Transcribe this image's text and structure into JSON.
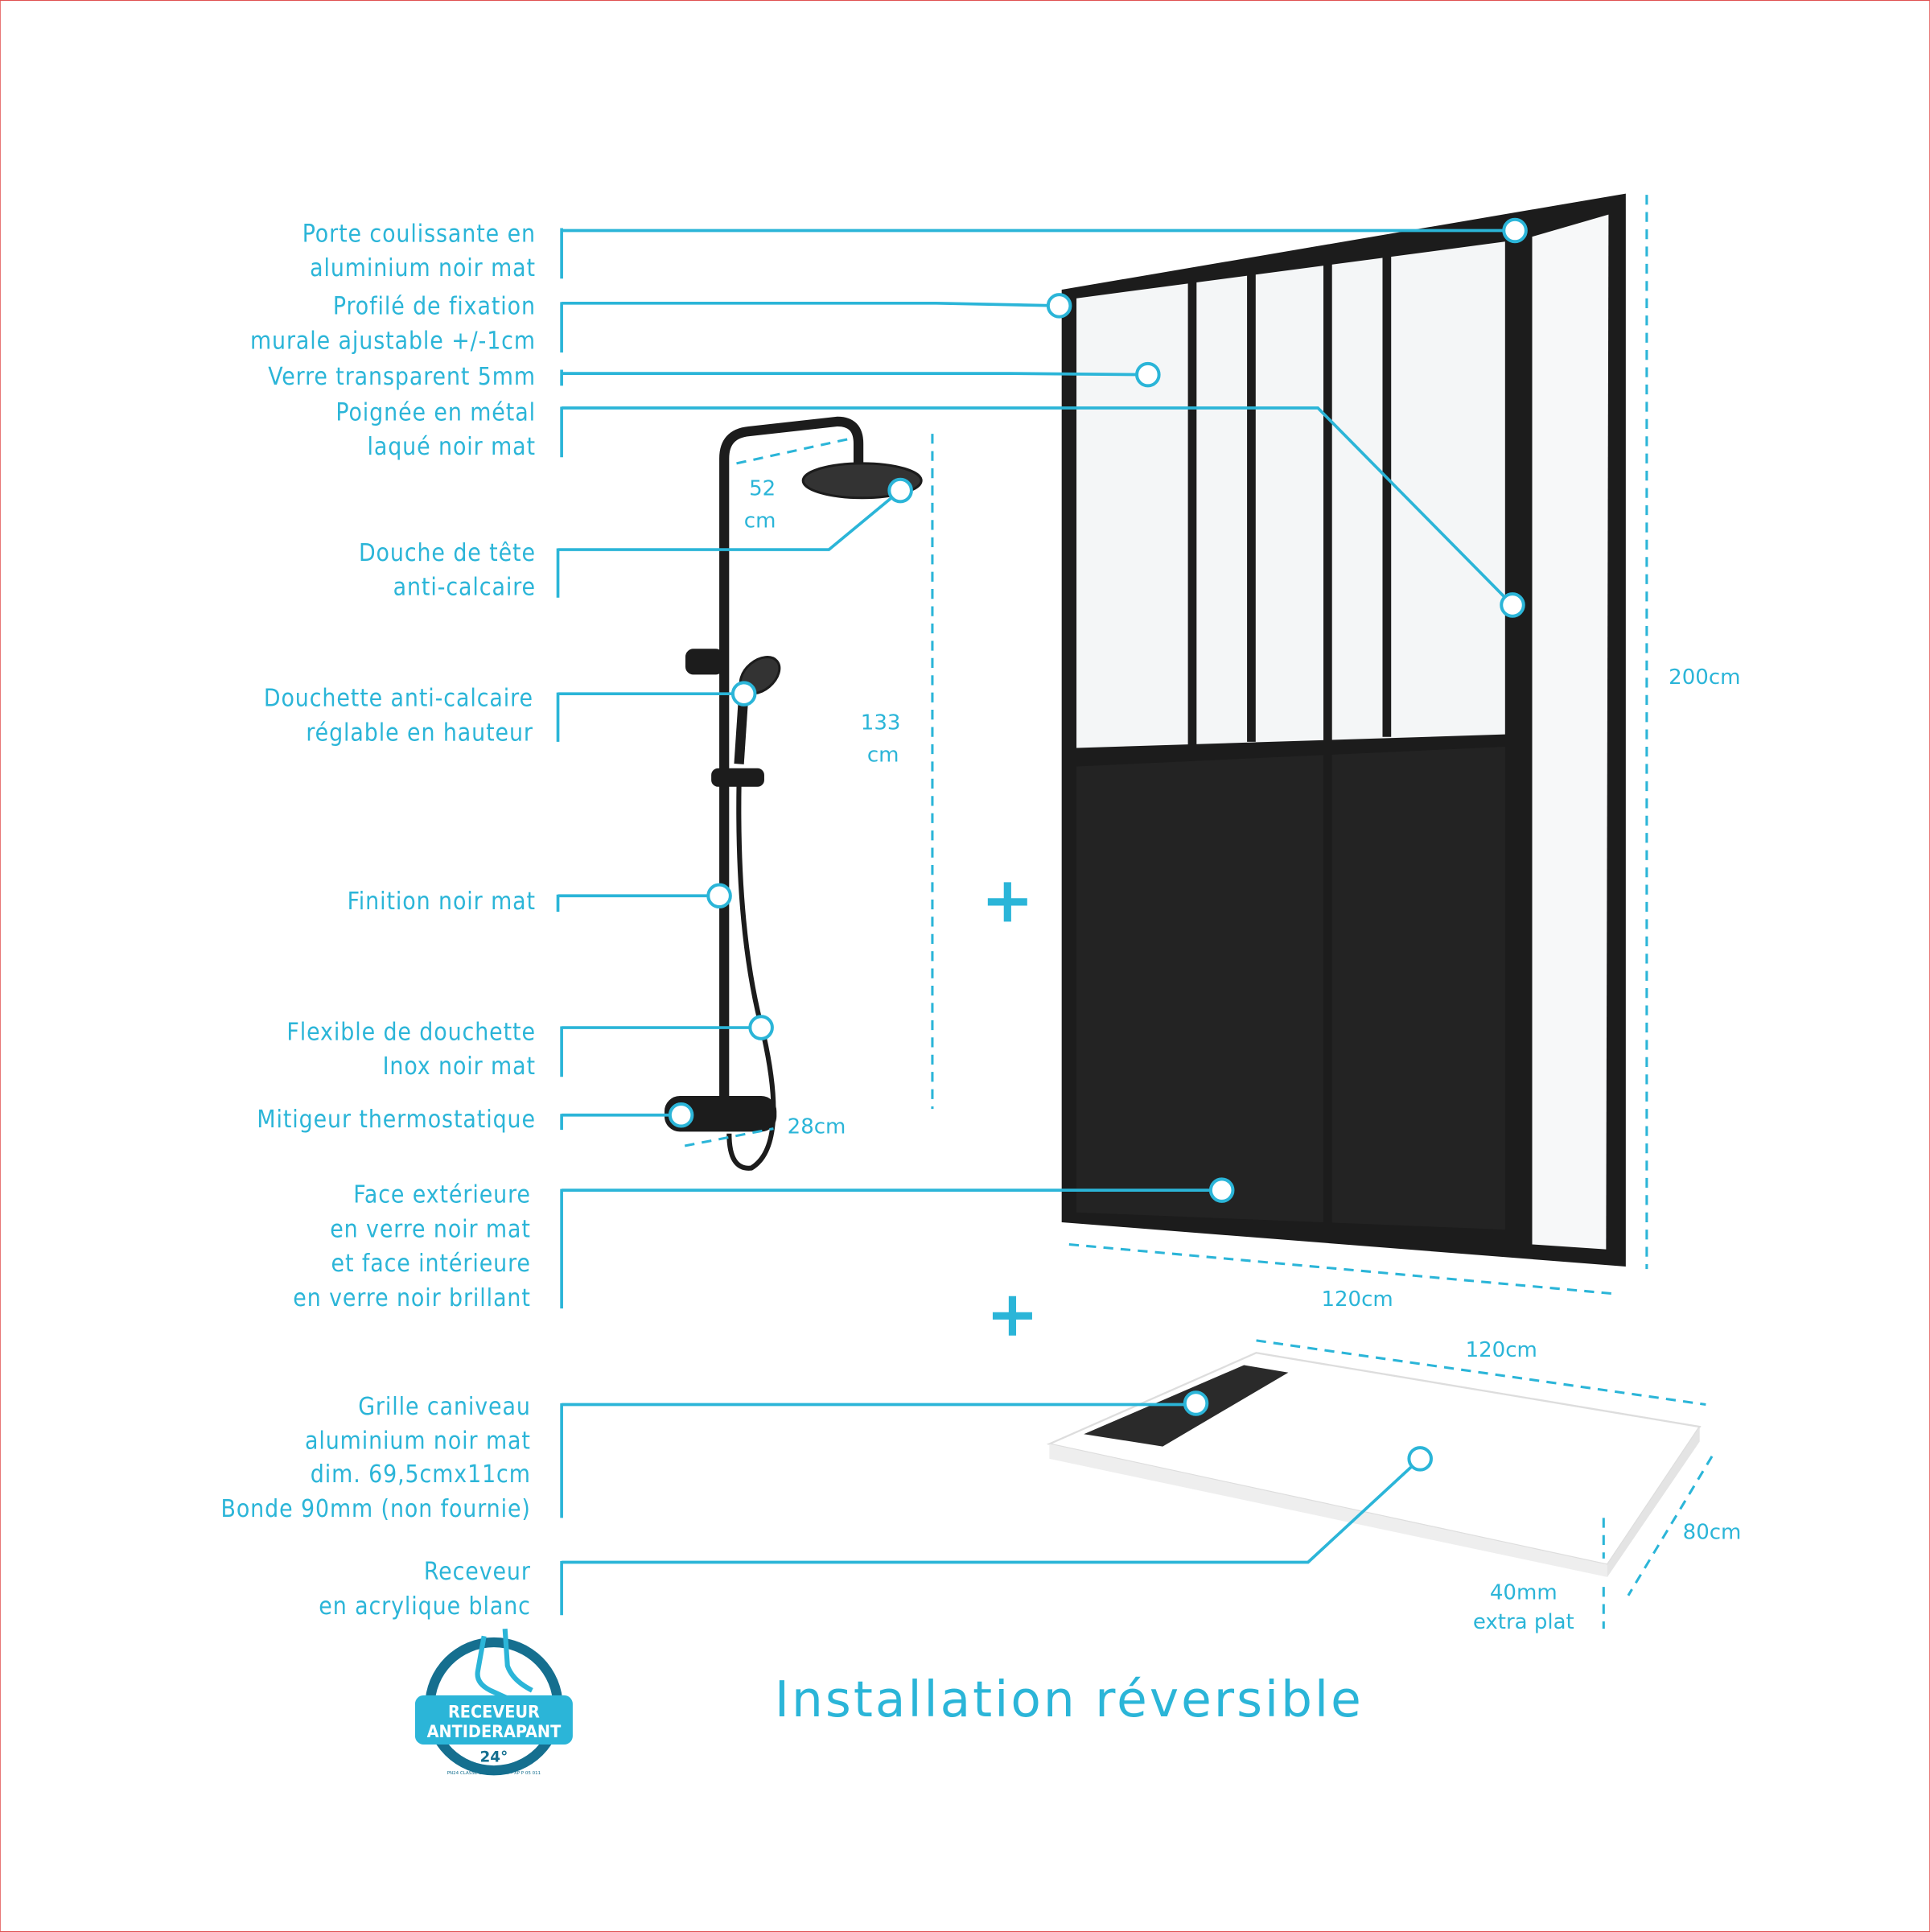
{
  "callouts": {
    "door": [
      "Porte coulissante en",
      "aluminium noir mat"
    ],
    "profile": [
      "Profilé de fixation",
      "murale ajustable +/-1cm"
    ],
    "glass": [
      "Verre transparent 5mm"
    ],
    "handle": [
      "Poignée en métal",
      "laqué noir mat"
    ],
    "head_shower": [
      "Douche de tête",
      "anti-calcaire"
    ],
    "hand_shower": [
      "Douchette anti-calcaire",
      "réglable en hauteur"
    ],
    "finish": [
      "Finition noir mat"
    ],
    "hose": [
      "Flexible de douchette",
      "Inox noir mat"
    ],
    "mixer": [
      "Mitigeur thermostatique"
    ],
    "face": [
      "Face extérieure",
      "en verre noir mat",
      "et face intérieure",
      "en verre noir brillant"
    ],
    "grille": [
      "Grille caniveau",
      "aluminium noir mat",
      "dim. 69,5cmx11cm",
      "Bonde 90mm (non fournie)"
    ],
    "tray": [
      "Receveur",
      "en acrylique blanc"
    ]
  },
  "dimensions": {
    "door_height": "200cm",
    "door_width": "120cm",
    "head_width": [
      "52",
      "cm"
    ],
    "column_height": [
      "133",
      "cm"
    ],
    "mixer_width": "28cm",
    "tray_length": "120cm",
    "tray_depth": "80cm",
    "tray_thickness": [
      "40mm",
      "extra plat"
    ]
  },
  "badge": {
    "line1": "RECEVEUR",
    "line2": "ANTIDERAPANT",
    "angle": "24°",
    "norm": "PN24 CLASSE C - DIN 51097 - XP P 05 011"
  },
  "title": "Installation réversible",
  "colors": {
    "accent": "#2bb5d8",
    "frame": "#1a1a1a",
    "badge_dark": "#156f8f"
  }
}
